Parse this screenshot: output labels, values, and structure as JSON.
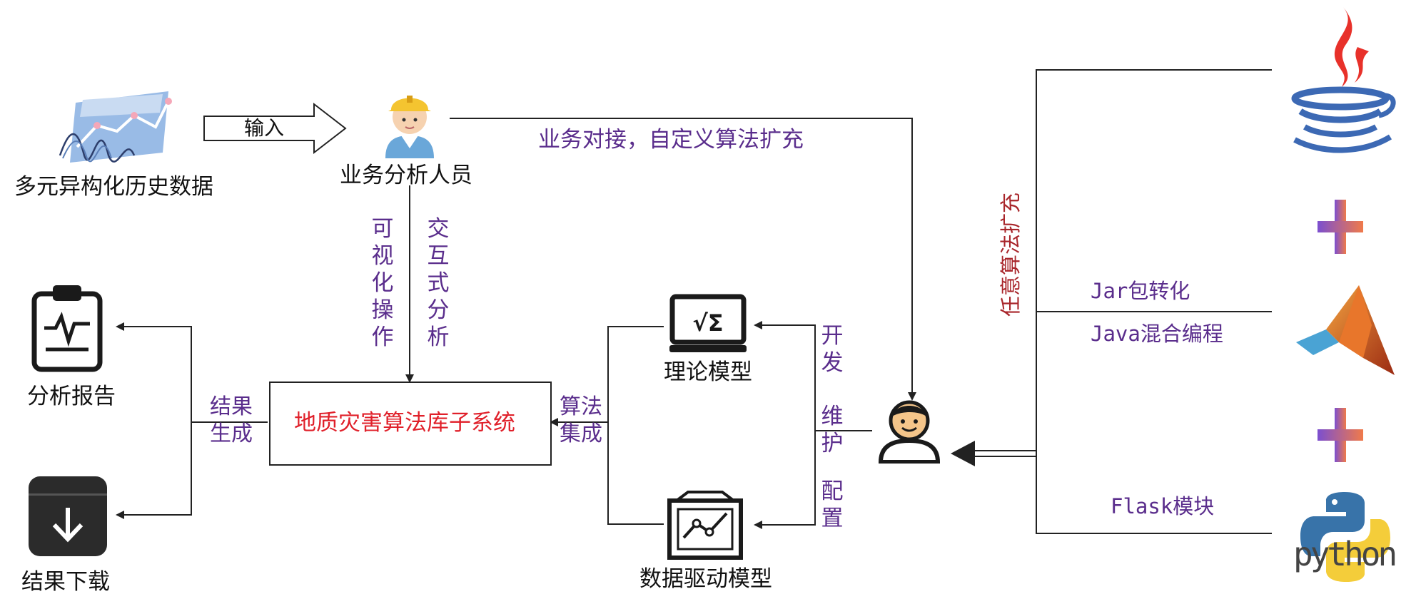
{
  "nodes": {
    "history_data": "多元异构化历史数据",
    "input_label": "输入",
    "analyst": "业务分析人员",
    "business_link": "业务对接，自定义算法扩充",
    "visual_op": "可视化操作",
    "interactive": "交互式分析",
    "core_system": "地质灾害算法库子系统",
    "result_gen": "结果生成",
    "algo_integration": "算法集成",
    "theory_model": "理论模型",
    "data_model": "数据驱动模型",
    "develop": "开发",
    "maintain": "维护",
    "configure": "配置",
    "report": "分析报告",
    "download": "结果下载",
    "any_algo": "任意算法扩充",
    "jar": "Jar包转化",
    "java_mix": "Java混合编程",
    "flask": "Flask模块",
    "python_word": "python"
  },
  "colors": {
    "purple_text": "#5a2d8c",
    "red_text": "#e0202a",
    "dark_red_text": "#a8252a",
    "line": "#222222"
  },
  "icons": [
    "chart-icon",
    "worker-icon",
    "report-icon",
    "download-icon",
    "formula-monitor-icon",
    "data-model-icon",
    "developer-icon",
    "java-logo-icon",
    "plus-icon",
    "matlab-logo-icon",
    "python-logo-icon"
  ]
}
